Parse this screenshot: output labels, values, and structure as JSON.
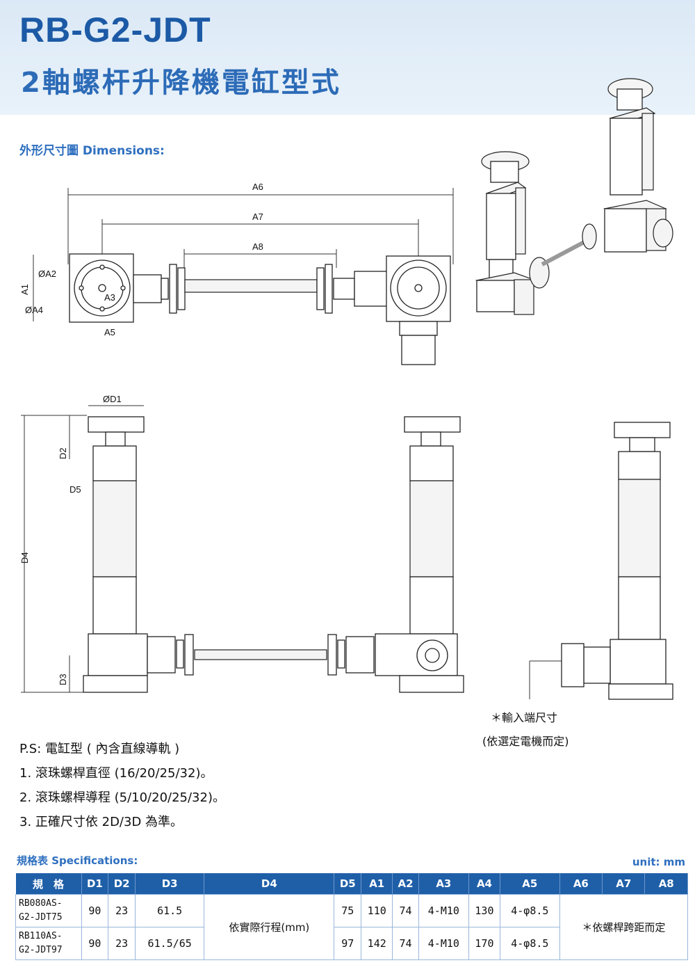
{
  "header": {
    "model": "RB-G2-JDT",
    "subtitle": "2軸螺杆升降機電缸型式"
  },
  "dimensions_section": {
    "title": "外形尺寸圖 Dimensions:",
    "labels": {
      "A1": "A1",
      "A2": "ØA2",
      "A3": "A3",
      "A4": "ØA4",
      "A5": "A5",
      "A6": "A6",
      "A7": "A7",
      "A8": "A8",
      "D1": "ØD1",
      "D2": "D2",
      "D3": "D3",
      "D4": "D4",
      "D5": "D5"
    },
    "input_note_1": "＊輸入端尺寸",
    "input_note_2": "(依選定電機而定)"
  },
  "notes": {
    "ps": "P.S: 電缸型 ( 內含直線導軌 )",
    "items": [
      "1. 滾珠螺桿直徑 (16/20/25/32)。",
      "2. 滾珠螺桿導程 (5/10/20/25/32)。",
      "3. 正確尺寸依 2D/3D 為準。"
    ]
  },
  "specs": {
    "title": "規格表 Specifications:",
    "unit": "unit: mm",
    "headers": [
      "規　格",
      "D1",
      "D2",
      "D3",
      "D4",
      "D5",
      "A1",
      "A2",
      "A3",
      "A4",
      "A5",
      "A6",
      "A7",
      "A8"
    ],
    "rows": [
      {
        "name": "RB080AS-G2-JDT75",
        "name1": "RB080AS-",
        "name2": "G2-JDT75",
        "D1": "90",
        "D2": "23",
        "D3": "61.5",
        "D5": "75",
        "A1": "110",
        "A2": "74",
        "A3": "4-M10",
        "A4": "130",
        "A5": "4-φ8.5"
      },
      {
        "name": "RB110AS-G2-JDT97",
        "name1": "RB110AS-",
        "name2": "G2-JDT97",
        "D1": "90",
        "D2": "23",
        "D3": "61.5/65",
        "D5": "97",
        "A1": "142",
        "A2": "74",
        "A3": "4-M10",
        "A4": "170",
        "A5": "4-φ8.5"
      }
    ],
    "d4_note": "依實際行程(mm)",
    "a_note": "＊依螺桿跨距而定"
  }
}
